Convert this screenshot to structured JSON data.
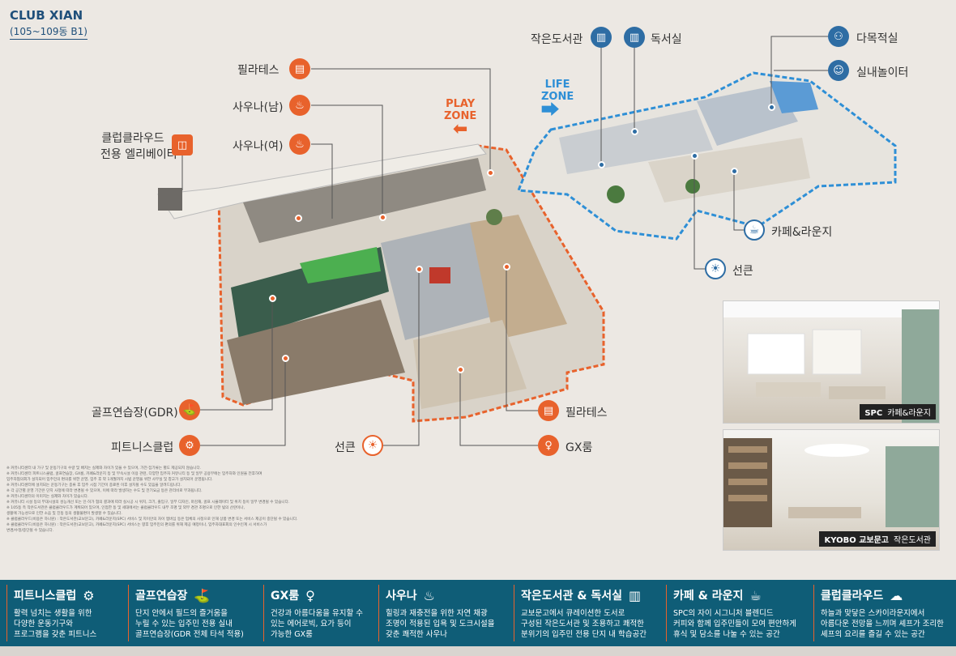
{
  "header": {
    "title": "CLUB XIAN",
    "subtitle": "(105~109동 B1)"
  },
  "zones": {
    "play_line1": "PLAY",
    "play_line2": "ZONE",
    "life_line1": "LIFE",
    "life_line2": "ZONE"
  },
  "callouts": {
    "pilates_top": "필라테스",
    "sauna_m": "사우나(남)",
    "sauna_f": "사우나(여)",
    "elevator_l1": "클럽클라우드",
    "elevator_l2": "전용 엘리베이터",
    "golf": "골프연습장(GDR)",
    "fitness": "피트니스클럽",
    "sunken_left": "선큰",
    "pilates_bottom": "필라테스",
    "gx": "GX룸",
    "small_library": "작은도서관",
    "reading_room": "독서실",
    "multipurpose": "다목적실",
    "kids": "실내놀이터",
    "cafe": "카페&라운지",
    "sunken_right": "선큰"
  },
  "photos": {
    "cafe_caption_brand": "SPC",
    "cafe_caption": "카페&라운지",
    "library_caption_brand": "KYOBO 교보문고",
    "library_caption": "작은도서관"
  },
  "notes": [
    "※ 커뮤니티센터 내 가구 및 운동기구의 수량 및 배치는 실제와 차이가 있을 수 있으며, 가전·집기류는 별도 제공되지 않습니다.",
    "※ 커뮤니티센터 피트니스클럽, 골프연습장, GX룸, 카페&라운지 등 및 부속시설 이용 관련, 다양한 입주자 커뮤니티 등 및 일부 공용부에는 입주자와 인원을 전후하여",
    "입주자협의회가 설치되어 입주민의 편의를 위한 운영, 입주 후 약 1개월까지 시범 운영을 위한 사무실 및 창고가 설치되어 운영됩니다.",
    "※ 커뮤니티센터에 설치되는 운동기구는 종류 후 입주 시점 기간이 종료된 이후 설치될 수도 있음을 알려드립니다.",
    "※ 각 공간별 운영 기간은 단지 사정에 따라 변경될 수 있으며, 이에 따라 발생하는 수도 및 전기요금 등은 관리비로 부과됩니다.",
    "※ 커뮤니티센터의 이미지는 실제와 차이가 있습니다.",
    "※ 커뮤니티 시설 등의 부대시설의 성능개선 또는 인·허가 협의 결과에 따라 실시공 시 위치, 크기, 출입구, 일부 디자인, 마감재, 골프 시뮬레이터 및 위치 등이 일부 변경될 수 있습니다.",
    "※ 105동 측 작은도서관은 클럽클라우드가 계획되어 있으며, 인접한 동 및 세대에서는 클럽클라우드 내부 조명 및 외부 경관 조명으로 인한 빛의 산란이나,",
    "생활에 가능성으로 인한 소음 및 진동 등의 생활불편이 발생할 수 있습니다.",
    "※ 클럽클라우드(비용은 하나원) : 작은도서관(교보문고), 카페&라운지(SPC) 서비스 및 지이안의 자이 멤버십 등은 업체의 사정으로 인해 상품 변경 또는 서비스 제공이 중단될 수 있습니다.",
    "※ 클럽클라우드(비용은 하나원) : 작은도서관(교보문고), 카페&라운지(SPC) 서비스는 향후 입주민의 편의를 위해 제공 예정이나, 입주자대표회의 인수인계 시 서비스가",
    "변경/수정/중단될 수 있습니다."
  ],
  "features": [
    {
      "title": "피트니스클럽",
      "icon": "bike-icon",
      "desc1": "활력 넘치는 생활을 위한",
      "desc2": "다양한 운동기구와",
      "desc3": "프로그램을 갖춘 피트니스"
    },
    {
      "title": "골프연습장",
      "icon": "golf-icon",
      "desc1": "단지 안에서 필드의 즐거움을",
      "desc2": "누릴 수 있는 입주민 전용 실내",
      "desc3": "골프연습장(GDR 전체 타석 적용)"
    },
    {
      "title": "GX룸",
      "icon": "gx-icon",
      "desc1": "건강과 아름다움을 유지할 수",
      "desc2": "있는 에어로빅, 요가 등이",
      "desc3": "가능한 GX룸"
    },
    {
      "title": "사우나",
      "icon": "sauna-icon",
      "desc1": "힐링과 재충전을 위한 자연 채광",
      "desc2": "조명이 적용된 입욕 및 도크시설을",
      "desc3": "갖춘 쾌적한 사우나"
    },
    {
      "title": "작은도서관 & 독서실",
      "icon": "book-icon",
      "desc1": "교보문고에서 큐레이션한 도서로",
      "desc2": "구성된 작은도서관 및 조용하고 쾌적한",
      "desc3": "분위기의 입주민 전용 단지 내 학습공간"
    },
    {
      "title": "카페 & 라운지",
      "icon": "coffee-icon",
      "desc1": "SPC의 자이 시그니처 블렌디드",
      "desc2": "커피와 함께 입주민들이 모여 편안하게",
      "desc3": "휴식 및 담소를 나눌 수 있는 공간"
    },
    {
      "title": "클럽클라우드",
      "icon": "cloud-icon",
      "desc1": "하늘과 맞닿은 스카이라운지에서",
      "desc2": "아름다운 전망을 느끼며 셰프가 조리한",
      "desc3": "셰프의 요리를 즐길 수 있는 공간"
    }
  ],
  "colors": {
    "orange": "#e8622c",
    "blue": "#2e6da4",
    "band": "#0f5d77"
  }
}
